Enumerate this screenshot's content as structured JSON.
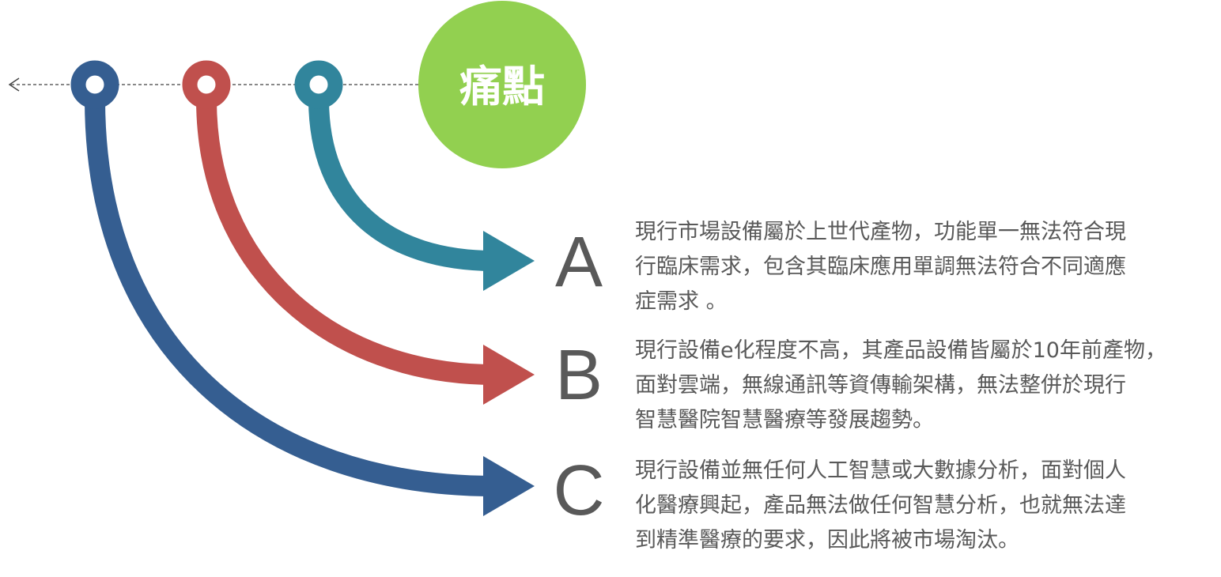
{
  "title": "痛點",
  "colors": {
    "green": "#92D050",
    "teal": "#31859C",
    "red": "#C0504D",
    "blue": "#355E91",
    "text": "#595959"
  },
  "items": [
    {
      "letter": "A",
      "color": "#31859C",
      "lines": [
        "現行市場設備屬於上世代產物，功能單一無法符合現",
        "行臨床需求，包含其臨床應用單調無法符合不同適應",
        "症需求 。"
      ]
    },
    {
      "letter": "B",
      "color": "#C0504D",
      "lines": [
        "現行設備e化程度不高，其產品設備皆屬於10年前產物，",
        "面對雲端，無線通訊等資傳輸架構，無法整併於現行",
        "智慧醫院智慧醫療等發展趨勢。"
      ]
    },
    {
      "letter": "C",
      "color": "#355E91",
      "lines": [
        "現行設備並無任何人工智慧或大數據分析，面對個人",
        "化醫療興起，產品無法做任何智慧分析，也就無法達",
        "到精準醫療的要求，因此將被市場淘汰。"
      ]
    }
  ]
}
